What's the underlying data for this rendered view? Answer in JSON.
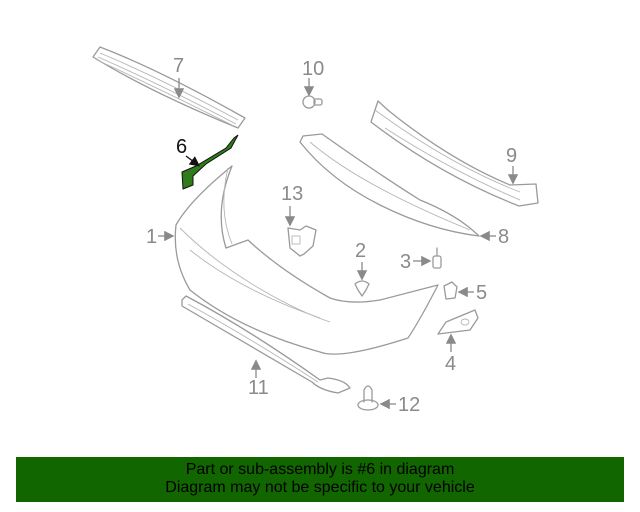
{
  "diagram": {
    "highlight_color": "#2e7d1a",
    "highlighted_part": "6",
    "callouts": [
      {
        "id": "1",
        "label": "1"
      },
      {
        "id": "2",
        "label": "2"
      },
      {
        "id": "3",
        "label": "3"
      },
      {
        "id": "4",
        "label": "4"
      },
      {
        "id": "5",
        "label": "5"
      },
      {
        "id": "6",
        "label": "6"
      },
      {
        "id": "7",
        "label": "7"
      },
      {
        "id": "8",
        "label": "8"
      },
      {
        "id": "9",
        "label": "9"
      },
      {
        "id": "10",
        "label": "10"
      },
      {
        "id": "11",
        "label": "11"
      },
      {
        "id": "12",
        "label": "12"
      },
      {
        "id": "13",
        "label": "13"
      }
    ]
  },
  "banner": {
    "line1": "Part or sub-assembly is #6 in diagram",
    "line2": "Diagram may not be specific to your vehicle",
    "background": "#116600"
  }
}
